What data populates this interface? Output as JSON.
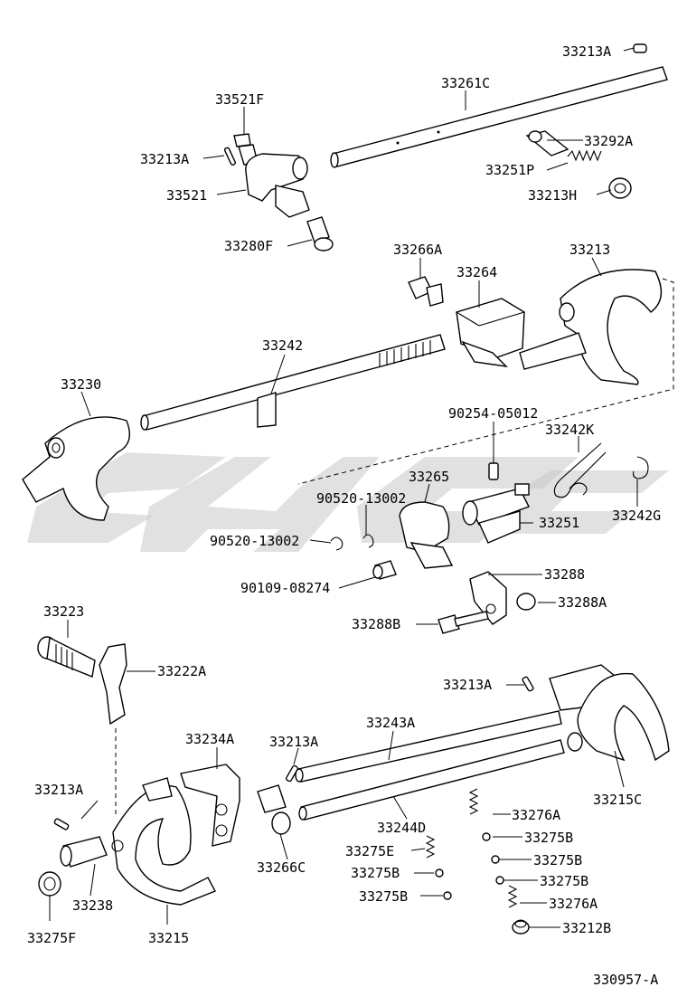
{
  "diagram_id": "330957-A",
  "watermark_icon": "logo-watermark",
  "labels": {
    "p33213A_top": "33213A",
    "p33261C": "33261C",
    "p33521F": "33521F",
    "p33213A_left": "33213A",
    "p33292A": "33292A",
    "p33251P": "33251P",
    "p33521": "33521",
    "p33213H": "33213H",
    "p33280F": "33280F",
    "p33266A": "33266A",
    "p33264": "33264",
    "p33213": "33213",
    "p33242": "33242",
    "p33230": "33230",
    "p90254": "90254-05012",
    "p33242K": "33242K",
    "p33265": "33265",
    "p90520_a": "90520-13002",
    "p33251": "33251",
    "p33242G": "33242G",
    "p90520_b": "90520-13002",
    "p33288": "33288",
    "p90109": "90109-08274",
    "p33288A": "33288A",
    "p33223": "33223",
    "p33288B": "33288B",
    "p33222A": "33222A",
    "p33213A_mid": "33213A",
    "p33243A": "33243A",
    "p33234A": "33234A",
    "p33213A_c": "33213A",
    "p33215C": "33215C",
    "p33213A_lo": "33213A",
    "p33276A_a": "33276A",
    "p33244D": "33244D",
    "p33275B_a": "33275B",
    "p33275E": "33275E",
    "p33275B_b": "33275B",
    "p33266C": "33266C",
    "p33275B_c": "33275B",
    "p33238": "33238",
    "p33275B_d": "33275B",
    "p33275B_e": "33275B",
    "p33276A_b": "33276A",
    "p33275F": "33275F",
    "p33215": "33215",
    "p33212B": "33212B"
  }
}
